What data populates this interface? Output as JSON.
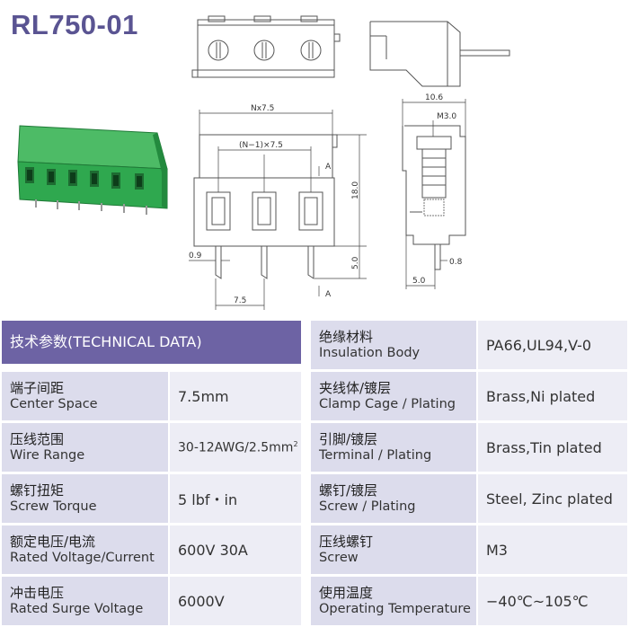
{
  "title": "RL750-01",
  "dimensions": {
    "nx75": "Nx7.5",
    "n1x75": "(N−1)×7.5",
    "h18": "18.0",
    "h50": "5.0",
    "w09": "0.9",
    "w75": "7.5",
    "w106": "10.6",
    "m30": "M3.0",
    "w08": "0.8",
    "w50b": "5.0",
    "markA1": "A",
    "markA2": "A"
  },
  "colors": {
    "title": "#5a5492",
    "header": "#6d63a4",
    "label_bg": "#dcdcec",
    "value_bg": "#ededf5",
    "product_green": "#2fa84f"
  },
  "table": {
    "left": {
      "header": "技术参数(TECHNICAL DATA)",
      "rows": [
        {
          "zh": "端子间距",
          "en": "Center Space",
          "value": "7.5mm"
        },
        {
          "zh": "压线范围",
          "en": "Wire Range",
          "value": "30-12AWG/2.5mm",
          "sup": "2"
        },
        {
          "zh": "螺钉扭矩",
          "en": "Screw Torque",
          "value": "5 lbf・in"
        },
        {
          "zh": "额定电压/电流",
          "en": "Rated Voltage/Current",
          "value": "600V 30A"
        },
        {
          "zh": "冲击电压",
          "en": "Rated Surge Voltage",
          "value": "6000V"
        }
      ]
    },
    "right": {
      "rows": [
        {
          "zh": "绝缘材料",
          "en": "Insulation Body",
          "value": "PA66,UL94,V-0"
        },
        {
          "zh": "夹线体/镀层",
          "en": "Clamp Cage / Plating",
          "value": "Brass,Ni plated"
        },
        {
          "zh": "引脚/镀层",
          "en": "Terminal / Plating",
          "value": "Brass,Tin plated"
        },
        {
          "zh": "螺钉/镀层",
          "en": "Screw / Plating",
          "value": "Steel, Zinc plated"
        },
        {
          "zh": "压线螺钉",
          "en": "Screw",
          "value": "M3"
        },
        {
          "zh": "使用温度",
          "en": "Operating Temperature",
          "value": "−40℃~105℃"
        }
      ]
    }
  }
}
